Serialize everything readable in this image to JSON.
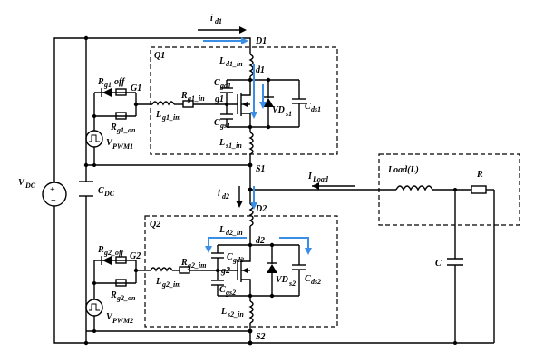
{
  "labels": {
    "i_d1": "i",
    "i_d1_sub": "d1",
    "D1": "D1",
    "d1": "d1",
    "Q1": "Q1",
    "Q2": "Q2",
    "Ld1in": "L",
    "Ld1in_sub": "d1_in",
    "Cgd1": "C",
    "Cgd1_sub": "gd1",
    "g1": "g1",
    "Cgs1": "C",
    "Cgs1_sub": "gs1",
    "VDs1": "VD",
    "VDs1_sub": "s1",
    "Cds1": "C",
    "Cds1_sub": "ds1",
    "Ls1in": "L",
    "Ls1in_sub": "s1_in",
    "S1": "S1",
    "Rg1off": "R",
    "Rg1off_sub": "g1",
    "off1": "off",
    "G1": "G1",
    "Rg1in": "R",
    "Rg1in_sub": "g1_in",
    "Lg1in": "L",
    "Lg1in_sub": "g1_im",
    "Rg1on": "R",
    "Rg1on_sub": "g1_on",
    "Vpwm1": "V",
    "Vpwm1_sub": "PWM1",
    "VDC": "V",
    "VDC_sub": "DC",
    "CDC": "C",
    "CDC_sub": "DC",
    "ILoad": "I",
    "ILoad_sub": "Load",
    "LoadL": "Load(L)",
    "R": "R",
    "C": "C",
    "i_d2": "i",
    "i_d2_sub": "d2",
    "D2": "D2",
    "d2": "d2",
    "Ld2in": "L",
    "Ld2in_sub": "d2_in",
    "Cgd2": "C",
    "Cgd2_sub": "gd2",
    "g2": "g2",
    "Cgs2": "C",
    "Cgs2_sub": "gs2",
    "VDs2": "VD",
    "VDs2_sub": "s2",
    "Cds2": "C",
    "Cds2_sub": "ds2",
    "Ls2in": "L",
    "Ls2in_sub": "s2_in",
    "S2": "S2",
    "Rg2off": "R",
    "Rg2off_sub": "g2_off",
    "G2": "G2",
    "Rg2in": "R",
    "Rg2in_sub": "g2_im",
    "Lg2in": "L",
    "Lg2in_sub": "g2_im",
    "Rg2on": "R",
    "Rg2on_sub": "g2_on",
    "Vpwm2": "V",
    "Vpwm2_sub": "PWM2"
  },
  "colors": {
    "wire": "#000000",
    "current_path": "#3a8ee6"
  }
}
